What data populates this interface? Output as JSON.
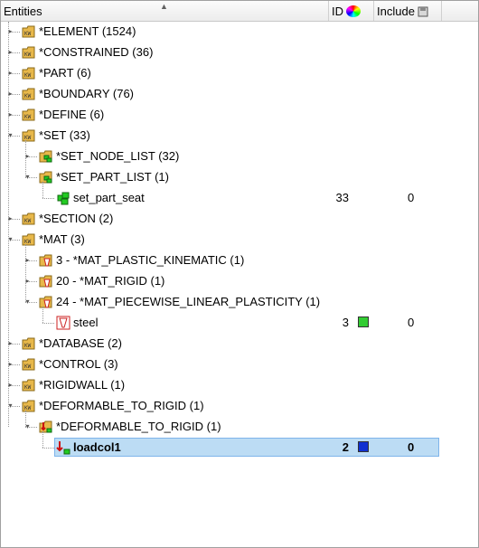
{
  "header": {
    "entities_label": "Entities",
    "id_label": "ID",
    "include_label": "Include",
    "color_icon": "color-wheel-icon",
    "include_icon": "include-file-icon"
  },
  "tree": [
    {
      "label": "*ELEMENT  (1524)",
      "level": 0,
      "expander": "plus",
      "icon": "keyword-folder-icon"
    },
    {
      "label": "*CONSTRAINED  (36)",
      "level": 0,
      "expander": "plus",
      "icon": "keyword-folder-icon"
    },
    {
      "label": "*PART  (6)",
      "level": 0,
      "expander": "plus",
      "icon": "keyword-folder-icon"
    },
    {
      "label": "*BOUNDARY  (76)",
      "level": 0,
      "expander": "plus",
      "icon": "keyword-folder-icon"
    },
    {
      "label": "*DEFINE  (6)",
      "level": 0,
      "expander": "plus",
      "icon": "keyword-folder-icon"
    },
    {
      "label": "*SET  (33)",
      "level": 0,
      "expander": "minus",
      "icon": "keyword-folder-icon"
    },
    {
      "label": "*SET_NODE_LIST  (32)",
      "level": 1,
      "expander": "plus",
      "icon": "set-folder-icon"
    },
    {
      "label": "*SET_PART_LIST  (1)",
      "level": 1,
      "expander": "minus",
      "icon": "set-folder-icon"
    },
    {
      "label": "set_part_seat",
      "level": 2,
      "expander": "none",
      "icon": "set-icon",
      "id": "33",
      "include": "0"
    },
    {
      "label": "*SECTION  (2)",
      "level": 0,
      "expander": "plus",
      "icon": "keyword-folder-icon"
    },
    {
      "label": "*MAT  (3)",
      "level": 0,
      "expander": "minus",
      "icon": "keyword-folder-icon"
    },
    {
      "label": "3 - *MAT_PLASTIC_KINEMATIC  (1)",
      "level": 1,
      "expander": "plus",
      "icon": "material-folder-icon"
    },
    {
      "label": "20 - *MAT_RIGID  (1)",
      "level": 1,
      "expander": "plus",
      "icon": "material-folder-icon"
    },
    {
      "label": "24 - *MAT_PIECEWISE_LINEAR_PLASTICITY  (1)",
      "level": 1,
      "expander": "minus",
      "icon": "material-folder-icon"
    },
    {
      "label": "steel",
      "level": 2,
      "expander": "none",
      "icon": "material-icon",
      "id": "3",
      "color": "#33cc33",
      "include": "0"
    },
    {
      "label": "*DATABASE  (2)",
      "level": 0,
      "expander": "plus",
      "icon": "keyword-folder-icon"
    },
    {
      "label": "*CONTROL  (3)",
      "level": 0,
      "expander": "plus",
      "icon": "keyword-folder-icon"
    },
    {
      "label": "*RIGIDWALL  (1)",
      "level": 0,
      "expander": "plus",
      "icon": "keyword-folder-icon"
    },
    {
      "label": "*DEFORMABLE_TO_RIGID  (1)",
      "level": 0,
      "expander": "minus",
      "icon": "keyword-folder-icon"
    },
    {
      "label": "*DEFORMABLE_TO_RIGID  (1)",
      "level": 1,
      "expander": "minus",
      "icon": "deformable-folder-icon"
    },
    {
      "label": "loadcol1",
      "level": 2,
      "expander": "none",
      "icon": "deformable-icon",
      "id": "2",
      "color": "#1030d0",
      "include": "0",
      "selected": true,
      "bold": true
    }
  ]
}
